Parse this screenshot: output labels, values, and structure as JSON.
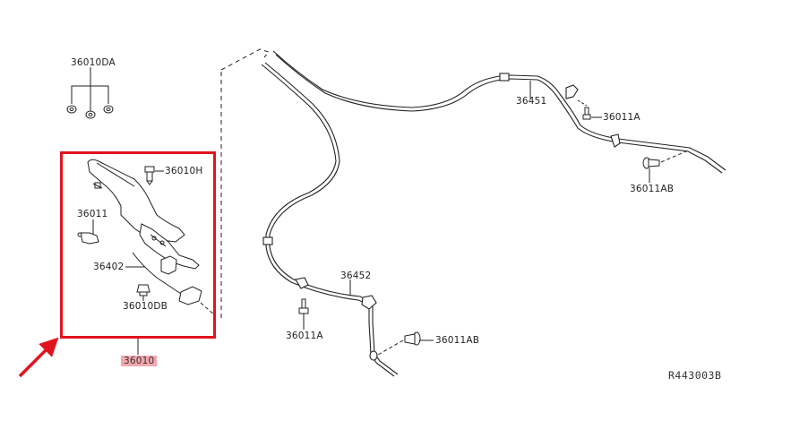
{
  "diagram": {
    "type": "exploded parts diagram",
    "subject": "Parking brake lever and cables",
    "reference_code": "R443003B",
    "highlight_color": "#e0141e",
    "highlight_label_bg": "#f4a7ae",
    "selected_part": "36010",
    "parts": [
      {
        "id": "p1",
        "number": "36010DA",
        "description": "nuts (x3)"
      },
      {
        "id": "p2",
        "number": "36010H",
        "description": "bolt"
      },
      {
        "id": "p3",
        "number": "36011",
        "description": "clip"
      },
      {
        "id": "p4",
        "number": "36402",
        "description": "lever cable"
      },
      {
        "id": "p5",
        "number": "36010DB",
        "description": "nut"
      },
      {
        "id": "p6",
        "number": "36010",
        "description": "parking brake lever assembly",
        "selected": true
      },
      {
        "id": "p7",
        "number": "36451",
        "description": "rear cable RH"
      },
      {
        "id": "p8",
        "number": "36452",
        "description": "rear cable LH"
      },
      {
        "id": "p9",
        "number": "36011A",
        "description": "bolt (RH)"
      },
      {
        "id": "p10",
        "number": "36011AB",
        "description": "grommet (RH)"
      },
      {
        "id": "p11",
        "number": "36011A",
        "description": "bolt (LH)"
      },
      {
        "id": "p12",
        "number": "36011AB",
        "description": "grommet (LH)"
      }
    ]
  }
}
